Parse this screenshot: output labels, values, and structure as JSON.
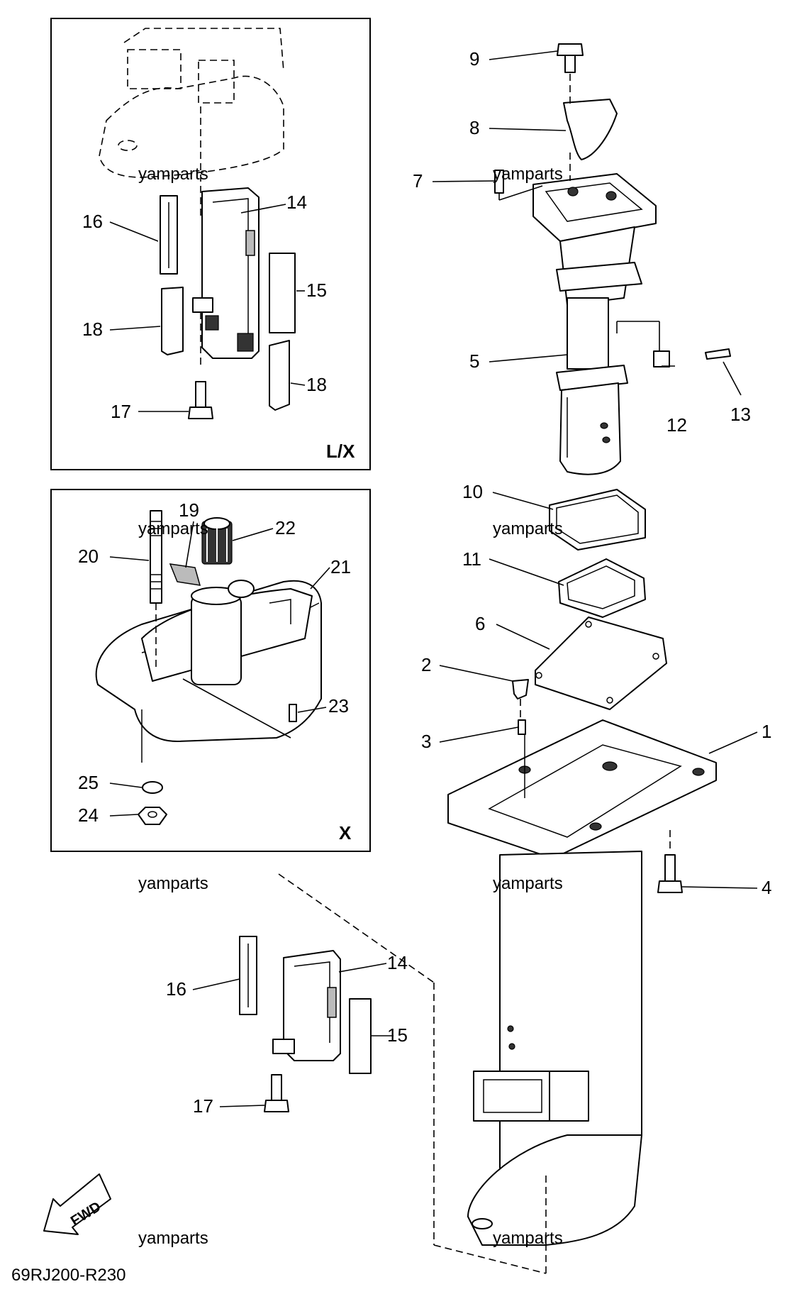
{
  "diagram": {
    "drawing_code": "69RJ200-R230",
    "direction_arrow_label": "FWD",
    "watermark": "yamparts",
    "insets": [
      {
        "tag": "L/X"
      },
      {
        "tag": "X"
      }
    ],
    "callouts": [
      "1",
      "2",
      "3",
      "4",
      "5",
      "6",
      "7",
      "8",
      "9",
      "10",
      "11",
      "12",
      "13",
      "14",
      "15",
      "16",
      "17",
      "18",
      "19",
      "20",
      "21",
      "22",
      "23",
      "24",
      "25"
    ]
  }
}
